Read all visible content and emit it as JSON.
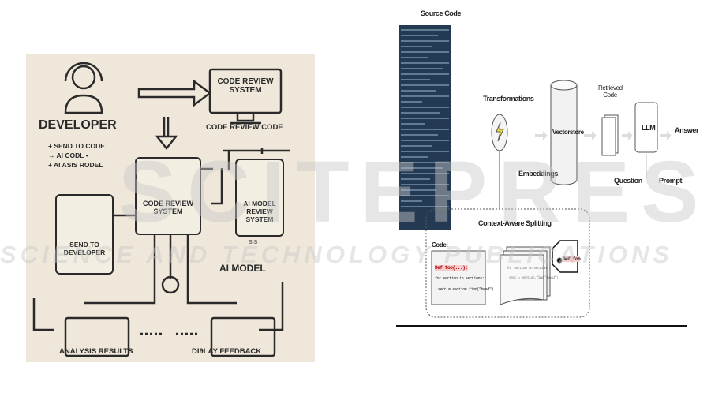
{
  "figure_left": {
    "developer": "DEVELOPER",
    "top_monitor": "CODE REVIEW SYSTEM",
    "top_caption": "CODE REVIEW CODE",
    "bullets": [
      "+ SEND TO CODE",
      "→ AI CODL •",
      "+ AI ASIS RODEL"
    ],
    "center_box": "CODE REVIEW SYSTEM",
    "ai_box": "AI MODEL REVIEW SYSTEM",
    "send_box": "SEND TO DEVELOPER",
    "sis": "SIS",
    "ai_model": "AI MODEL",
    "analysis": "ANALYSIS RESULTS",
    "display": "DI9LAY FEEDBACK"
  },
  "figure_right": {
    "source_code": "Source Code",
    "transformations": "Transformations",
    "embeddings": "Embeddings",
    "vectorstore": "Vectorstore",
    "retrieved": "Retrieved Code",
    "llm": "LLM",
    "answer": "Answer",
    "question": "Question",
    "prompt": "Prompt",
    "splitting": "Context-Aware Splitting",
    "code_label": "Code:",
    "code_line1": "Def foo(...):",
    "code_line2": "for section in sections:",
    "code_line3": "sect = section.find(\"head\")",
    "chunk_line1": "for section in sections:",
    "chunk_line2": "sect = section.find(\"head\")",
    "def_foo": "Def foo"
  },
  "watermark": {
    "line1": "SCITEPRESS",
    "line2": "SCIENCE AND TECHNOLOGY PUBLICATIONS"
  }
}
